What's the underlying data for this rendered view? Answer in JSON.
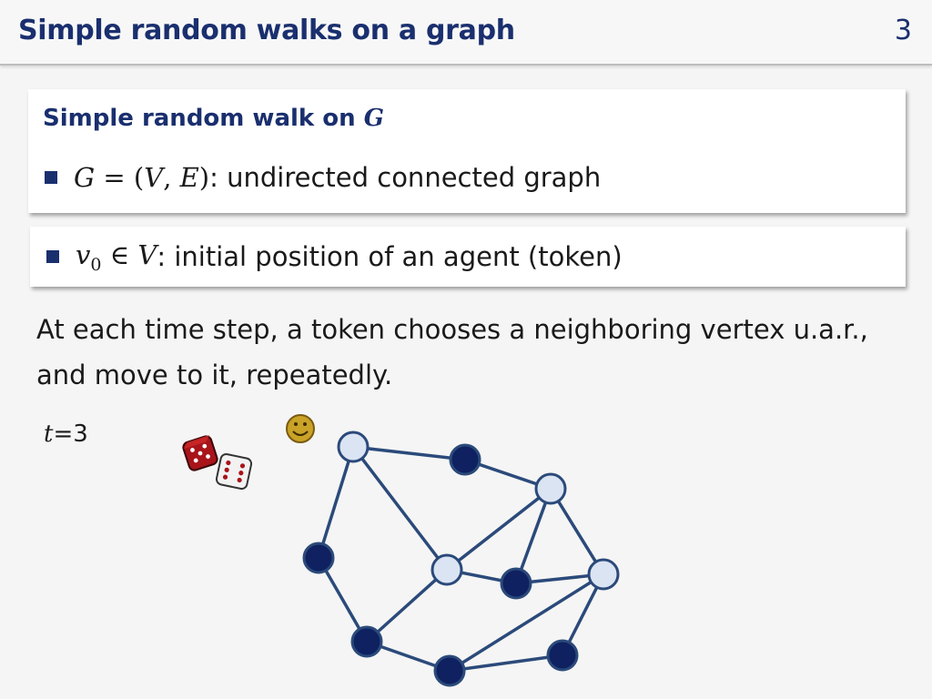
{
  "header": {
    "title": "Simple random walks on a graph",
    "page_number": "3"
  },
  "definition": {
    "heading": "Simple random walk on ",
    "heading_var": "G",
    "bullet_math_1": "G",
    "bullet_math_2": " = (",
    "bullet_math_3": "V",
    "bullet_math_4": ", ",
    "bullet_math_5": "E",
    "bullet_math_6": ")",
    "bullet_text": ": undirected connected graph"
  },
  "initial": {
    "math_var": "v",
    "math_sub": "0",
    "math_in": " ∈ ",
    "math_set": "V",
    "text": ": initial position of an agent (token)"
  },
  "description": {
    "line1": "At each time step, a token chooses a neighboring vertex u.a.r.,",
    "line2": "and move to it, repeatedly."
  },
  "time": {
    "var": "t",
    "eq": "=3"
  },
  "icons": {
    "token": "smiley-icon",
    "dice": "dice-icon"
  },
  "colors": {
    "title": "#1a2f6e",
    "edge": "#2b4a7a",
    "visited_fill": "#dbe4f3",
    "unvisited_fill": "#0f2160",
    "token": "#c9a227"
  },
  "graph": {
    "nodes": [
      {
        "id": "a",
        "visited": true
      },
      {
        "id": "b",
        "visited": false
      },
      {
        "id": "c",
        "visited": true
      },
      {
        "id": "d",
        "visited": false
      },
      {
        "id": "e",
        "visited": true
      },
      {
        "id": "f",
        "visited": false
      },
      {
        "id": "g",
        "visited": true
      },
      {
        "id": "h",
        "visited": false
      },
      {
        "id": "i",
        "visited": false
      },
      {
        "id": "j",
        "visited": false
      }
    ],
    "edges": [
      [
        "a",
        "b"
      ],
      [
        "a",
        "d"
      ],
      [
        "a",
        "e"
      ],
      [
        "b",
        "c"
      ],
      [
        "c",
        "e"
      ],
      [
        "c",
        "f"
      ],
      [
        "c",
        "g"
      ],
      [
        "d",
        "h"
      ],
      [
        "e",
        "f"
      ],
      [
        "e",
        "h"
      ],
      [
        "f",
        "g"
      ],
      [
        "g",
        "i"
      ],
      [
        "g",
        "j"
      ],
      [
        "h",
        "i"
      ],
      [
        "i",
        "j"
      ]
    ]
  }
}
